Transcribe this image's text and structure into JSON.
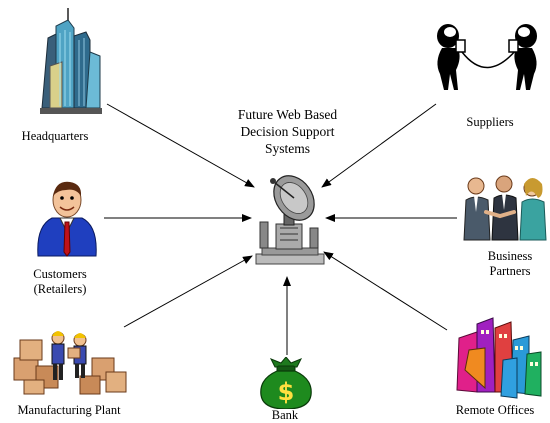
{
  "diagram": {
    "center_title": [
      "Future Web Based",
      "Decision Support",
      "Systems"
    ],
    "nodes": {
      "headquarters": {
        "label": [
          "Headquarters"
        ],
        "icon": "city-skyscrapers-icon"
      },
      "suppliers": {
        "label": [
          "Suppliers"
        ],
        "icon": "tin-can-telephone-icon"
      },
      "customers": {
        "label": [
          "Customers",
          "(Retailers)"
        ],
        "icon": "businessman-icon"
      },
      "business_partners": {
        "label": [
          "Business",
          "Partners"
        ],
        "icon": "handshake-people-icon"
      },
      "manufacturing_plant": {
        "label": [
          "Manufacturing Plant"
        ],
        "icon": "factory-workers-boxes-icon"
      },
      "bank": {
        "label": [
          "Bank"
        ],
        "icon": "money-bag-icon"
      },
      "remote_offices": {
        "label": [
          "Remote Offices"
        ],
        "icon": "colorful-buildings-icon"
      },
      "center": {
        "icon": "satellite-dish-icon"
      }
    },
    "colors": {
      "arrow": "#000000",
      "background": "#ffffff"
    }
  }
}
